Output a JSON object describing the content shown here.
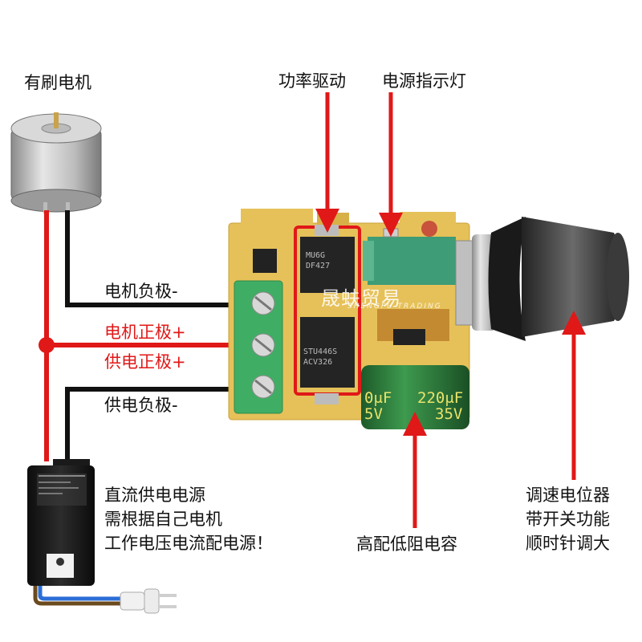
{
  "labels": {
    "motor": "有刷电机",
    "power_driver": "功率驱动",
    "power_indicator": "电源指示灯",
    "motor_negative": "电机负极-",
    "motor_positive": "电机正极+",
    "supply_positive": "供电正极+",
    "supply_negative": "供电负极-",
    "capacitor": "高配低阻电容",
    "dc_power": [
      "直流供电电源",
      "需根据自己电机",
      "工作电压电流配电源！"
    ],
    "potentiometer": [
      "调速电位器",
      "带开关功能",
      "顺时针调大"
    ]
  },
  "component_marks": {
    "mosfet_top": [
      "MU6G",
      "DF427"
    ],
    "mosfet_bottom": [
      "STU446S",
      "ACV326"
    ],
    "capacitor_text": [
      "220μF",
      "35V"
    ],
    "capacitor_left_text": [
      "0μF",
      "5V"
    ]
  },
  "watermark": {
    "text": "晟蚨贸易",
    "sub": "SHENGFU TRADING"
  },
  "colors": {
    "wire_red": "#e01818",
    "wire_black": "#111111",
    "pcb": "#e8c25a",
    "terminal": "#3fae64",
    "capacitor": "#2e7a3e",
    "highlight": "#e01818"
  },
  "icons": [
    "motor-icon",
    "power-adapter-icon",
    "plug-icon",
    "potentiometer-knob-icon"
  ]
}
